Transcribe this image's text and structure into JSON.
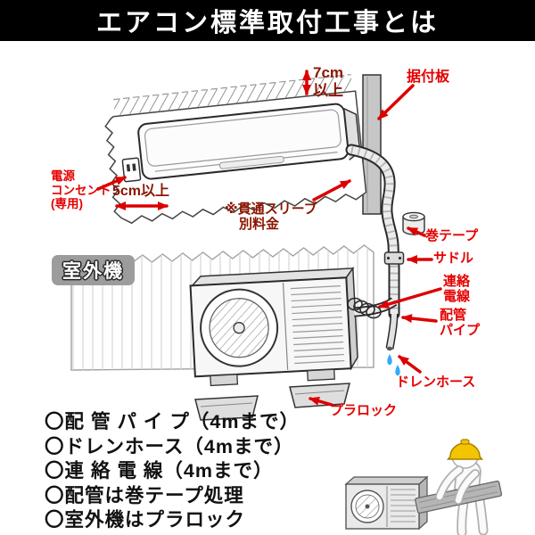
{
  "header": {
    "title": "エアコン標準取付工事とは"
  },
  "diagram": {
    "labels": {
      "power_outlet_l1": "電源",
      "power_outlet_l2": "コンセント",
      "power_outlet_l3": "(専用)",
      "clearance_side": "5cm以上",
      "clearance_top_l1": "7cm",
      "clearance_top_l2": "以上",
      "mounting_plate": "据付板",
      "sleeve_l1": "※貫通スリーブ",
      "sleeve_l2": "別料金",
      "tape": "巻テープ",
      "saddle": "サドル",
      "wire_l1": "連絡",
      "wire_l2": "電線",
      "pipe_l1": "配管",
      "pipe_l2": "パイプ",
      "drain_hose": "ドレンホース",
      "pla_rock": "プラロック",
      "outdoor_unit": "室外機"
    }
  },
  "checklist": {
    "items": [
      "〇配 管 パ イ プ（4mまで）",
      "〇ドレンホース（4mまで）",
      "〇連 絡 電 線（4mまで）",
      "〇配管は巻テープ処理",
      "〇室外機はプラロック"
    ]
  },
  "colors": {
    "header_bg": "#000000",
    "header_text": "#ffffff",
    "label_red": "#e60000",
    "label_dark_red": "#8b1500",
    "arrow_red": "#dd0000",
    "water_blue": "#33aaff",
    "helmet_yellow": "#f2c500"
  }
}
